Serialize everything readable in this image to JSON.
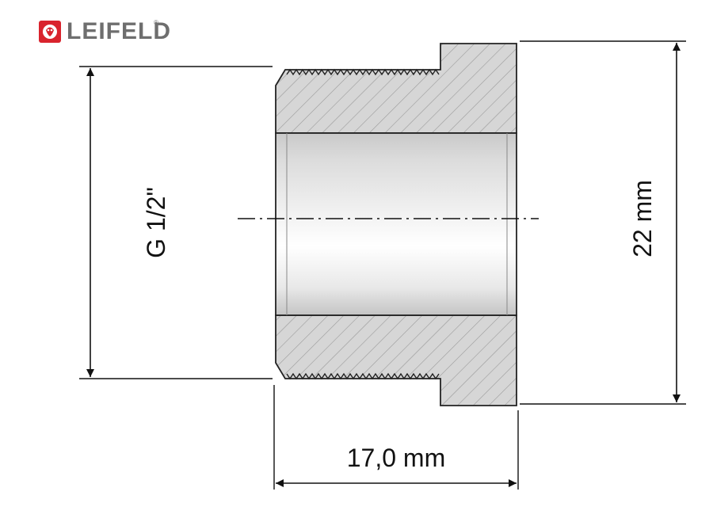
{
  "brand": {
    "name": "LEIFELD",
    "registered_mark": "®",
    "accent_color": "#d9232d"
  },
  "dimensions": {
    "thread_label": "G 1/2\"",
    "length_label": "17,0 mm",
    "outer_height_label": "22 mm"
  },
  "colors": {
    "line": "#111111",
    "hatch_fill": "#d6d6d6",
    "bore_shade": "#e6e6e6"
  }
}
